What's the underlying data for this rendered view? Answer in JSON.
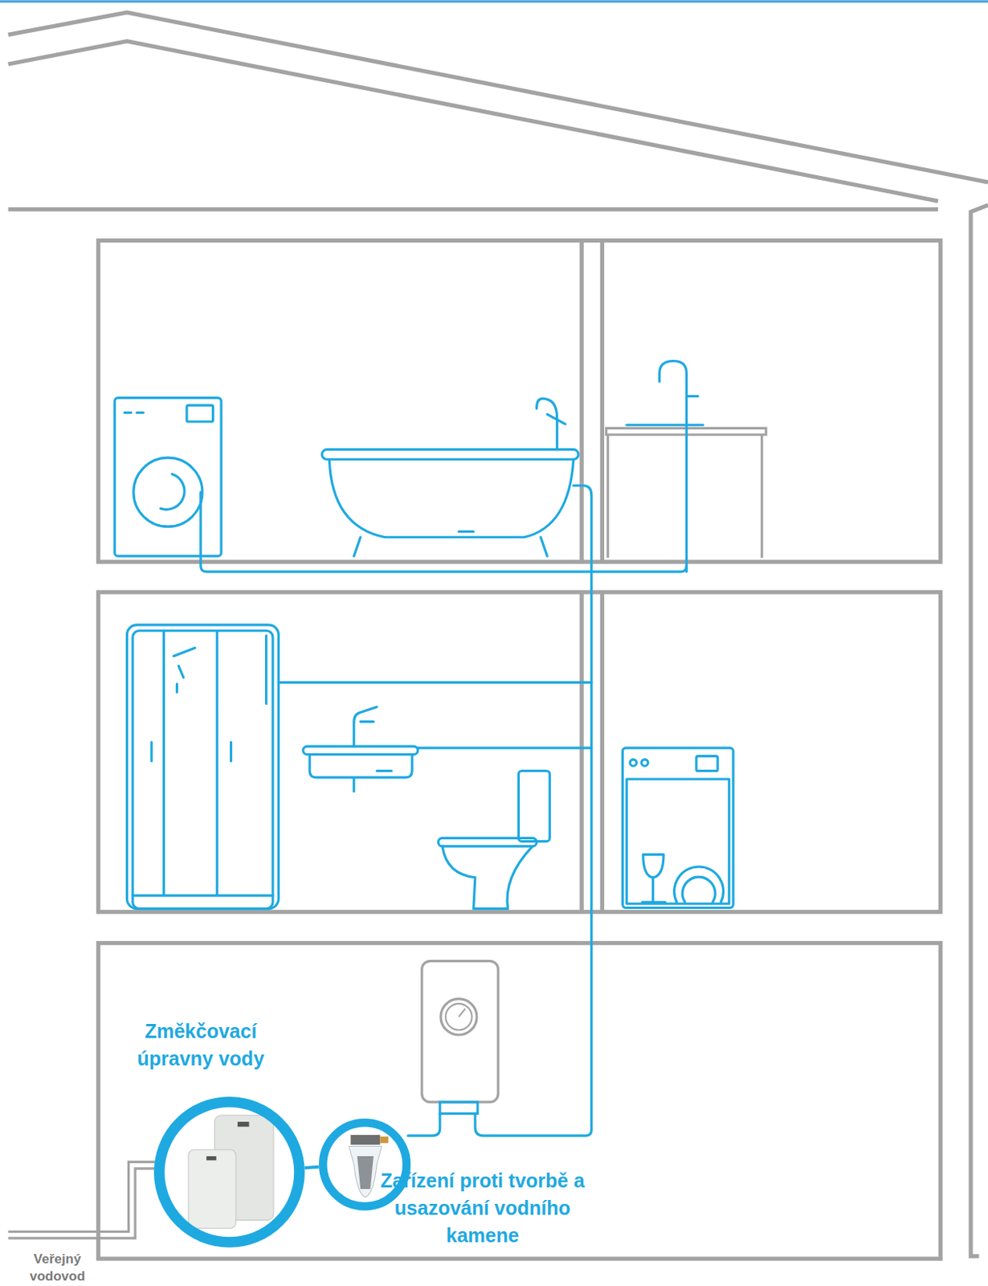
{
  "diagram": {
    "nodes": [
      {
        "text": [
          "Změkčovací úpravny vody"
        ]
      },
      {
        "text": [
          "Zařízení proti tvorbě a usazování vodního kamene"
        ]
      }
    ],
    "edges": [
      {
        "from": 0,
        "to": 1,
        "arrow": "none"
      }
    ],
    "labels": [
      "Veřejný vodovod"
    ]
  }
}
